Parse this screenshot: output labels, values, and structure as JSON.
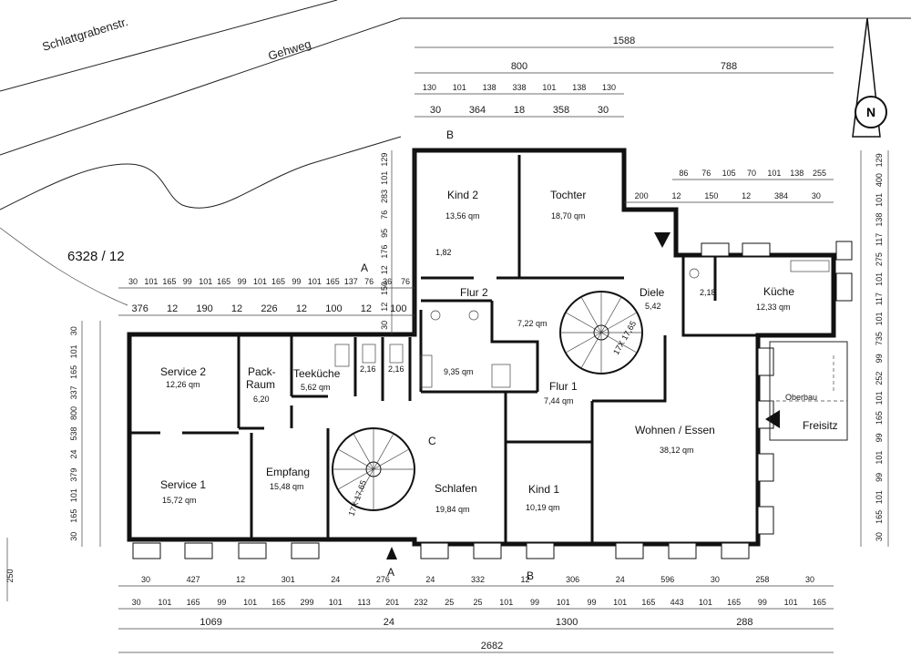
{
  "street": {
    "name": "Schlattgrabenstr.",
    "sidewalk": "Gehweg"
  },
  "parcel": "6328 / 12",
  "north_label": "N",
  "sections": {
    "a": "A",
    "b": "B",
    "c": "C"
  },
  "stairs": {
    "left": "17X 17,65",
    "right": "17X 17,65"
  },
  "rooms": [
    {
      "name": "Service 2",
      "area": "12,26 qm"
    },
    {
      "name": "Pack-",
      "name2": "Raum",
      "area": "6,20"
    },
    {
      "name": "Teeküche",
      "area": "5,62 qm"
    },
    {
      "name": "Service 1",
      "area": "15,72 qm"
    },
    {
      "name": "Empfang",
      "area": "15,48 qm"
    },
    {
      "name": "Kind 2",
      "area": "13,56 qm"
    },
    {
      "name": "Tochter",
      "area": "18,70 qm"
    },
    {
      "name": "Flur 2",
      "area": "7,22 qm"
    },
    {
      "name": "Flur 1",
      "area": "7,44 qm"
    },
    {
      "name": "Schlafen",
      "area": "19,84 qm"
    },
    {
      "name": "Kind 1",
      "area": "10,19 qm"
    },
    {
      "name": "Diele",
      "area": "5,42"
    },
    {
      "name": "Küche",
      "area": "12,33 qm"
    },
    {
      "name": "Wohnen / Essen",
      "area": "38,12 qm"
    },
    {
      "name": "Freisitz",
      "area": ""
    },
    {
      "name": "Oberbau",
      "area": ""
    }
  ],
  "small_areas": {
    "wc1": "2,16",
    "wc2": "2,16",
    "bath": "9,35 qm",
    "wc3": "2,18",
    "shaft": "1,82"
  },
  "dims": {
    "top1": "1588",
    "top2": [
      "800",
      "788"
    ],
    "top3": [
      "130",
      "101",
      "138",
      "338",
      "101",
      "138",
      "130"
    ],
    "top4": [
      "30",
      "364",
      "18",
      "358",
      "30"
    ],
    "right_top": [
      "86",
      "76",
      "105",
      "70",
      "101",
      "138",
      "255"
    ],
    "right_top2": [
      "200",
      "12",
      "150",
      "12",
      "384",
      "30"
    ],
    "left_top": [
      "30",
      "101",
      "165",
      "99",
      "101",
      "165",
      "99",
      "101",
      "165",
      "99",
      "101",
      "165",
      "137",
      "76",
      "36",
      "76"
    ],
    "left_top2": [
      "376",
      "12",
      "190",
      "12",
      "226",
      "12",
      "100",
      "12",
      "100"
    ],
    "vert_a": [
      "129",
      "101",
      "283",
      "76",
      "95",
      "176",
      "12",
      "150",
      "12",
      "30"
    ],
    "left_vert": [
      "30",
      "101",
      "165",
      "337",
      "800",
      "538",
      "24",
      "379",
      "101",
      "165",
      "30"
    ],
    "right_vert": [
      "129",
      "400",
      "101",
      "138",
      "117",
      "275",
      "101",
      "117",
      "101",
      "735",
      "99",
      "252",
      "101",
      "165",
      "99",
      "101",
      "99",
      "101",
      "165",
      "30"
    ],
    "bot1": [
      "30",
      "427",
      "12",
      "301",
      "24",
      "276",
      "24",
      "332",
      "12",
      "306",
      "24",
      "596",
      "30",
      "258",
      "30"
    ],
    "bot2": [
      "30",
      "101",
      "165",
      "99",
      "101",
      "165",
      "299",
      "101",
      "113",
      "201",
      "232",
      "25",
      "25",
      "101",
      "99",
      "101",
      "99",
      "101",
      "165",
      "443",
      "101",
      "165",
      "99",
      "101",
      "165"
    ],
    "bot3": [
      "1069",
      "24",
      "1300",
      "288"
    ],
    "bot4": "2682",
    "left_extra": "250"
  }
}
